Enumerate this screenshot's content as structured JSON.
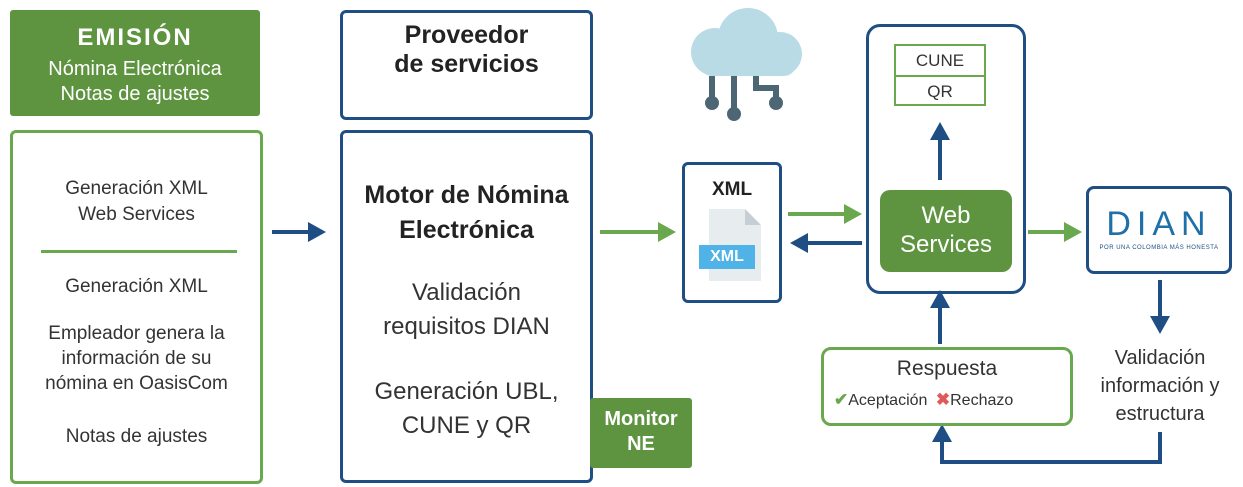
{
  "emision": {
    "title": "EMISIÓN",
    "subtitle_1": "Nómina Electrónica",
    "subtitle_2": "Notas de ajustes",
    "line_1": "Generación XML",
    "line_2": "Web Services",
    "line_3": "Generación XML",
    "line_4": "Empleador genera la",
    "line_5": "información de su",
    "line_6": "nómina en OasisCom",
    "line_7": "Notas de ajustes"
  },
  "provider": {
    "title_1": "Proveedor",
    "title_2": "de servicios"
  },
  "motor": {
    "title_1": "Motor de Nómina",
    "title_2": "Electrónica",
    "validation_1": "Validación",
    "validation_2": "requisitos DIAN",
    "generation_1": "Generación UBL,",
    "generation_2": "CUNE y QR"
  },
  "monitor": {
    "line_1": "Monitor",
    "line_2": "NE"
  },
  "xml": {
    "title": "XML",
    "file_label": "XML"
  },
  "web_services": {
    "line_1": "Web",
    "line_2": "Services",
    "cune": "CUNE",
    "qr": "QR"
  },
  "dian": {
    "logo_text": "DIAN",
    "tagline": "POR UNA COLOMBIA MÁS HONESTA"
  },
  "response": {
    "title": "Respuesta",
    "accept": "Aceptación",
    "reject": "Rechazo"
  },
  "dian_validation": {
    "line_1": "Validación",
    "line_2": "información y",
    "line_3": "estructura"
  },
  "colors": {
    "green": "#5e9440",
    "green_light": "#6aa84f",
    "blue": "#1f4e85",
    "cloud": "#b9dbe6",
    "cloud_stem": "#4d6673",
    "xml_blue": "#4fb3e8"
  }
}
